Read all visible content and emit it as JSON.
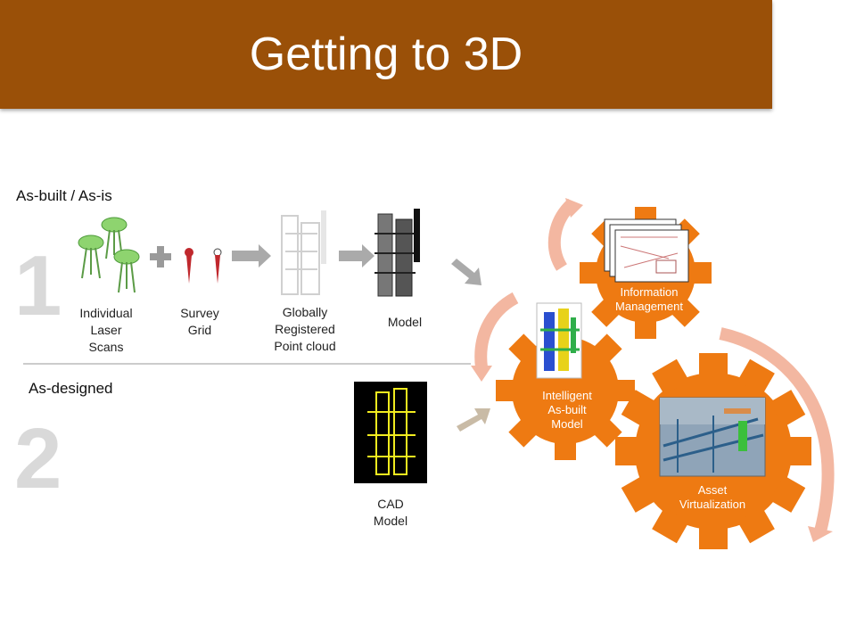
{
  "title": "Getting to 3D",
  "sections": {
    "as_built": "As-built / As-is",
    "as_designed": "As-designed",
    "num1": "1",
    "num2": "2"
  },
  "steps": {
    "scans": [
      "Individual",
      "Laser",
      "Scans"
    ],
    "survey": [
      "Survey",
      "Grid"
    ],
    "cloud": [
      "Globally",
      "Registered",
      "Point cloud"
    ],
    "model": "Model",
    "cad": [
      "CAD",
      "Model"
    ]
  },
  "gears": {
    "intelligent": [
      "Intelligent",
      "As-built",
      "Model"
    ],
    "information": [
      "Information",
      "Management"
    ],
    "asset": [
      "Asset",
      "Virtualization"
    ]
  },
  "colors": {
    "banner": "#9a5008",
    "gear": "#ee7a12",
    "cycle_arrow": "#f3b7a1",
    "flow_arrow": "#aaaaaa"
  }
}
